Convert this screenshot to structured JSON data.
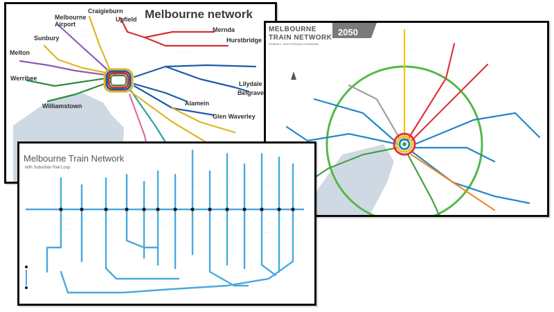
{
  "panel1": {
    "title": "Melbourne network",
    "labels": {
      "craigieburn": "Craigieburn",
      "upfield": "Upfield",
      "airport": "Melbourne\nAirport",
      "mernda": "Mernda",
      "hurstbridge": "Hurstbridge",
      "sunbury": "Sunbury",
      "melton": "Melton",
      "werribee": "Werribee",
      "lilydale": "Lilydale",
      "belgrave": "Belgrave",
      "williamstown": "Williamstown",
      "alamein": "Alamein",
      "glen_waverley": "Glen Waverley"
    },
    "colors": {
      "yellow": "#e0b422",
      "red": "#d62f2f",
      "blue": "#1e5aa8",
      "green": "#2e8b3a",
      "purple": "#8a5cb0",
      "pink": "#e06aa3",
      "teal": "#2aa3a3",
      "water": "#cfd9e3"
    }
  },
  "panel2": {
    "title_line1": "MELBOURNE",
    "title_line2": "TRAIN NETWORK",
    "year": "2050",
    "subtitle": "VERSION 1 - WITH POTENTIAL EXTENSIONS",
    "colors": {
      "ring": "#53b847",
      "yellow": "#f4c216",
      "blue": "#1f86c8",
      "red": "#e2323c",
      "green": "#43a047",
      "orange": "#f08a24",
      "water": "#cfd9e3"
    }
  },
  "panel3": {
    "title": "Melbourne Train Network",
    "subtitle": "with Suburban Rail Loop",
    "colors": {
      "line": "#49a9dc",
      "node": "#1a1a1a"
    }
  }
}
